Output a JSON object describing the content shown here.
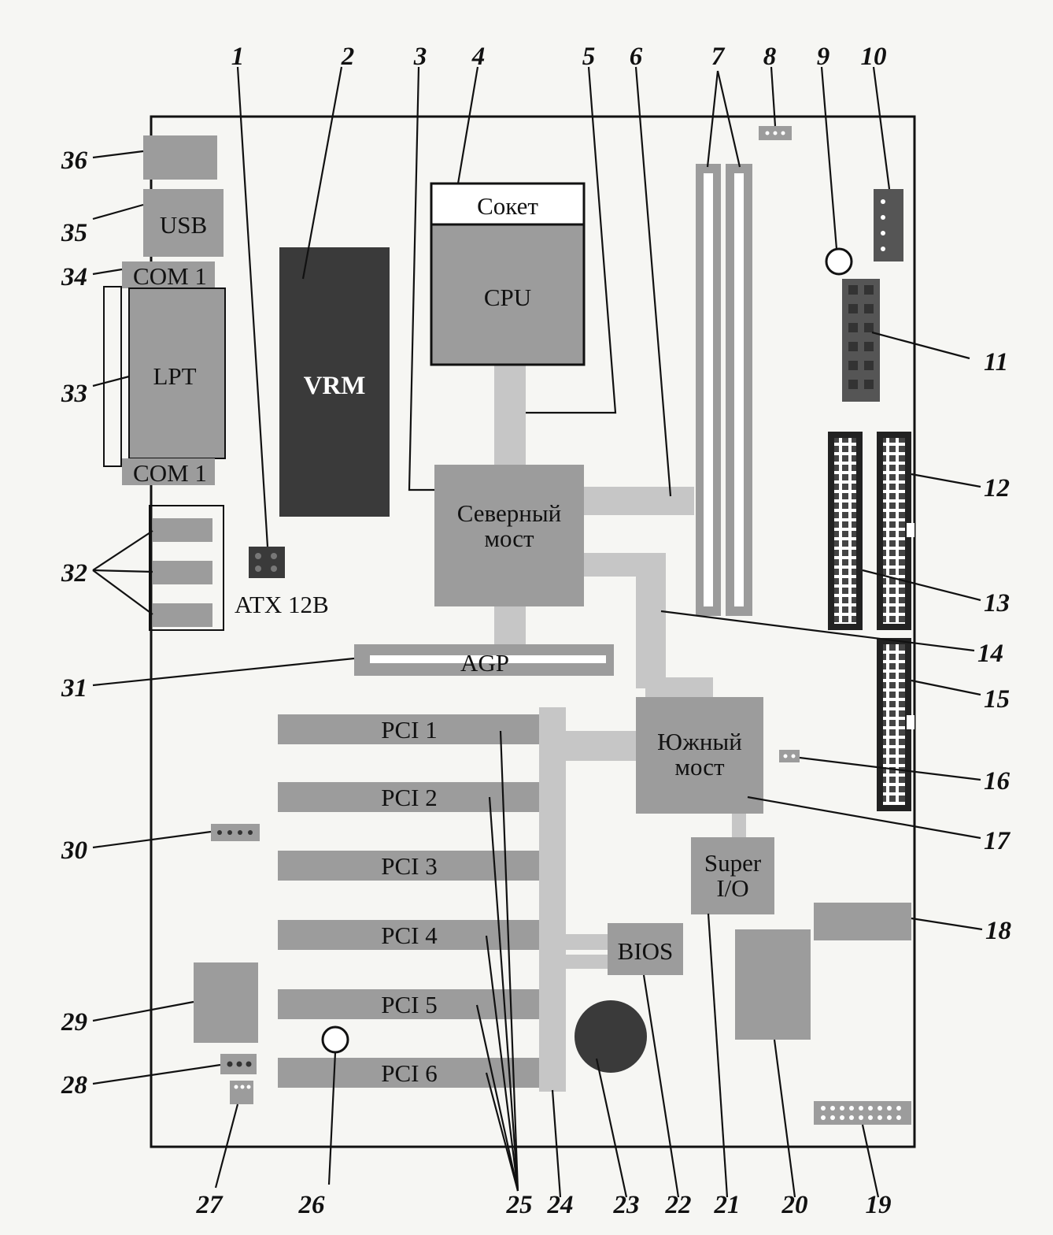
{
  "callout_numbers": [
    "1",
    "2",
    "3",
    "4",
    "5",
    "6",
    "7",
    "8",
    "9",
    "10",
    "11",
    "12",
    "13",
    "14",
    "15",
    "16",
    "17",
    "18",
    "19",
    "20",
    "21",
    "22",
    "23",
    "24",
    "25",
    "26",
    "27",
    "28",
    "29",
    "30",
    "31",
    "32",
    "33",
    "34",
    "35",
    "36"
  ],
  "components": {
    "socket": "Сокет",
    "cpu": "CPU",
    "vrm": "VRM",
    "north_bridge_line1": "Северный",
    "north_bridge_line2": "мост",
    "south_bridge_line1": "Южный",
    "south_bridge_line2": "мост",
    "agp": "AGP",
    "pci": [
      "PCI 1",
      "PCI 2",
      "PCI 3",
      "PCI 4",
      "PCI 5",
      "PCI 6"
    ],
    "super_io_line1": "Super",
    "super_io_line2": "I/O",
    "bios": "BIOS",
    "atx12v": "ATX 12В",
    "usb": "USB",
    "com1_top": "COM 1",
    "com1_bottom": "COM 1",
    "lpt": "LPT"
  },
  "colors": {
    "board_outline": "#111111",
    "component_gray": "#9c9c9c",
    "bus_light": "#c6c6c6",
    "dark": "#3a3a3a",
    "background": "#f6f6f3"
  }
}
